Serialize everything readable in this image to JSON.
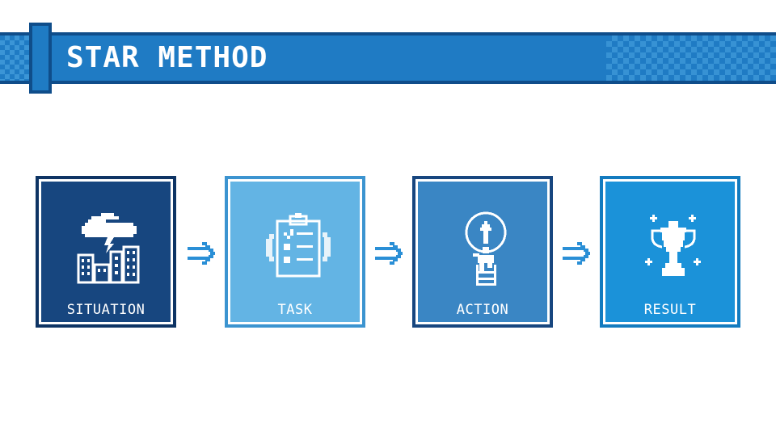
{
  "header": {
    "title": "STAR METHOD"
  },
  "steps": [
    {
      "label": "SITUATION",
      "icon": "city-storm-icon",
      "bg": "#17467f",
      "border": "#0e3464"
    },
    {
      "label": "TASK",
      "icon": "clipboard-gears-icon",
      "bg": "#63b4e4",
      "border": "#3c94d0"
    },
    {
      "label": "ACTION",
      "icon": "climber-ladder-icon",
      "bg": "#3a86c4",
      "border": "#17467f"
    },
    {
      "label": "RESULT",
      "icon": "trophy-icon",
      "bg": "#1b92d9",
      "border": "#137bbf"
    }
  ],
  "colors": {
    "header_bar": "#1f7bc4",
    "header_border": "#0f4d8a",
    "arrow": "#2a8fd6"
  }
}
